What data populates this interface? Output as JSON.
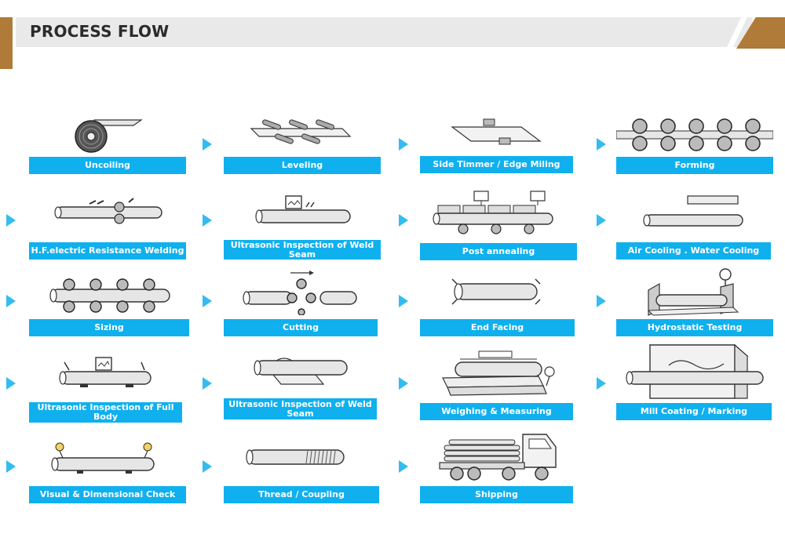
{
  "header": {
    "title": "PROCESS FLOW"
  },
  "colors": {
    "accent": "#b07a38",
    "label_bg": "#10b0ee",
    "label_text": "#ffffff",
    "header_bg": "#e9e9e9"
  },
  "steps": [
    {
      "label": "Uncoiling",
      "icon": "coil-icon"
    },
    {
      "label": "Leveling",
      "icon": "leveling-rollers-icon"
    },
    {
      "label": "Side Timmer / Edge Miling",
      "icon": "edge-milling-icon"
    },
    {
      "label": "Forming",
      "icon": "forming-rollers-icon"
    },
    {
      "label": "H.F.electric Resistance Welding",
      "icon": "welding-icon"
    },
    {
      "label": "Ultrasonic Inspection of Weld Seam",
      "icon": "ultrasonic-inspection-icon"
    },
    {
      "label": "Post annealing",
      "icon": "annealing-icon"
    },
    {
      "label": "Air Cooling . Water Cooling",
      "icon": "cooling-icon"
    },
    {
      "label": "Sizing",
      "icon": "sizing-rollers-icon"
    },
    {
      "label": "Cutting",
      "icon": "cutting-icon"
    },
    {
      "label": "End Facing",
      "icon": "end-facing-icon"
    },
    {
      "label": "Hydrostatic Testing",
      "icon": "hydrostatic-test-icon"
    },
    {
      "label": "Ultrasonic Inspection of Full Body",
      "icon": "full-body-inspection-icon"
    },
    {
      "label": "Ultrasonic Inspection of Weld Seam",
      "icon": "weld-seam-inspection-icon"
    },
    {
      "label": "Weighing & Measuring",
      "icon": "scale-icon"
    },
    {
      "label": "Mill Coating / Marking",
      "icon": "coating-marking-icon"
    },
    {
      "label": "Visual & Dimensional Check",
      "icon": "visual-check-icon"
    },
    {
      "label": "Thread / Coupling",
      "icon": "threaded-pipe-icon"
    },
    {
      "label": "Shipping",
      "icon": "truck-icon"
    }
  ]
}
